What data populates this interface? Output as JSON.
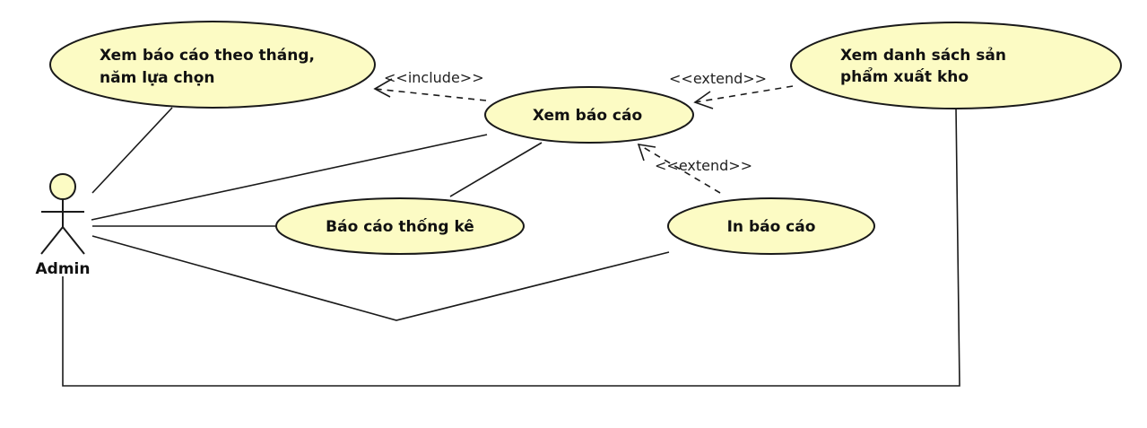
{
  "diagram": {
    "actor": {
      "name": "Admin"
    },
    "use_cases": {
      "xem_bao_cao_thang_nam": {
        "line1": "Xem báo cáo theo tháng,",
        "line2": "năm lựa chọn"
      },
      "xem_bao_cao": {
        "label": "Xem báo cáo"
      },
      "xem_danh_sach": {
        "line1": "Xem danh sách sản",
        "line2": "phẩm xuất kho"
      },
      "bao_cao_thong_ke": {
        "label": "Báo cáo thống kê"
      },
      "in_bao_cao": {
        "label": "In báo cáo"
      }
    },
    "relations": {
      "include_label": "<<include>>",
      "extend_label_1": "<<extend>>",
      "extend_label_2": "<<extend>>"
    },
    "colors": {
      "use_case_fill": "#fcfbc4",
      "stroke": "#1a1a1a"
    }
  }
}
